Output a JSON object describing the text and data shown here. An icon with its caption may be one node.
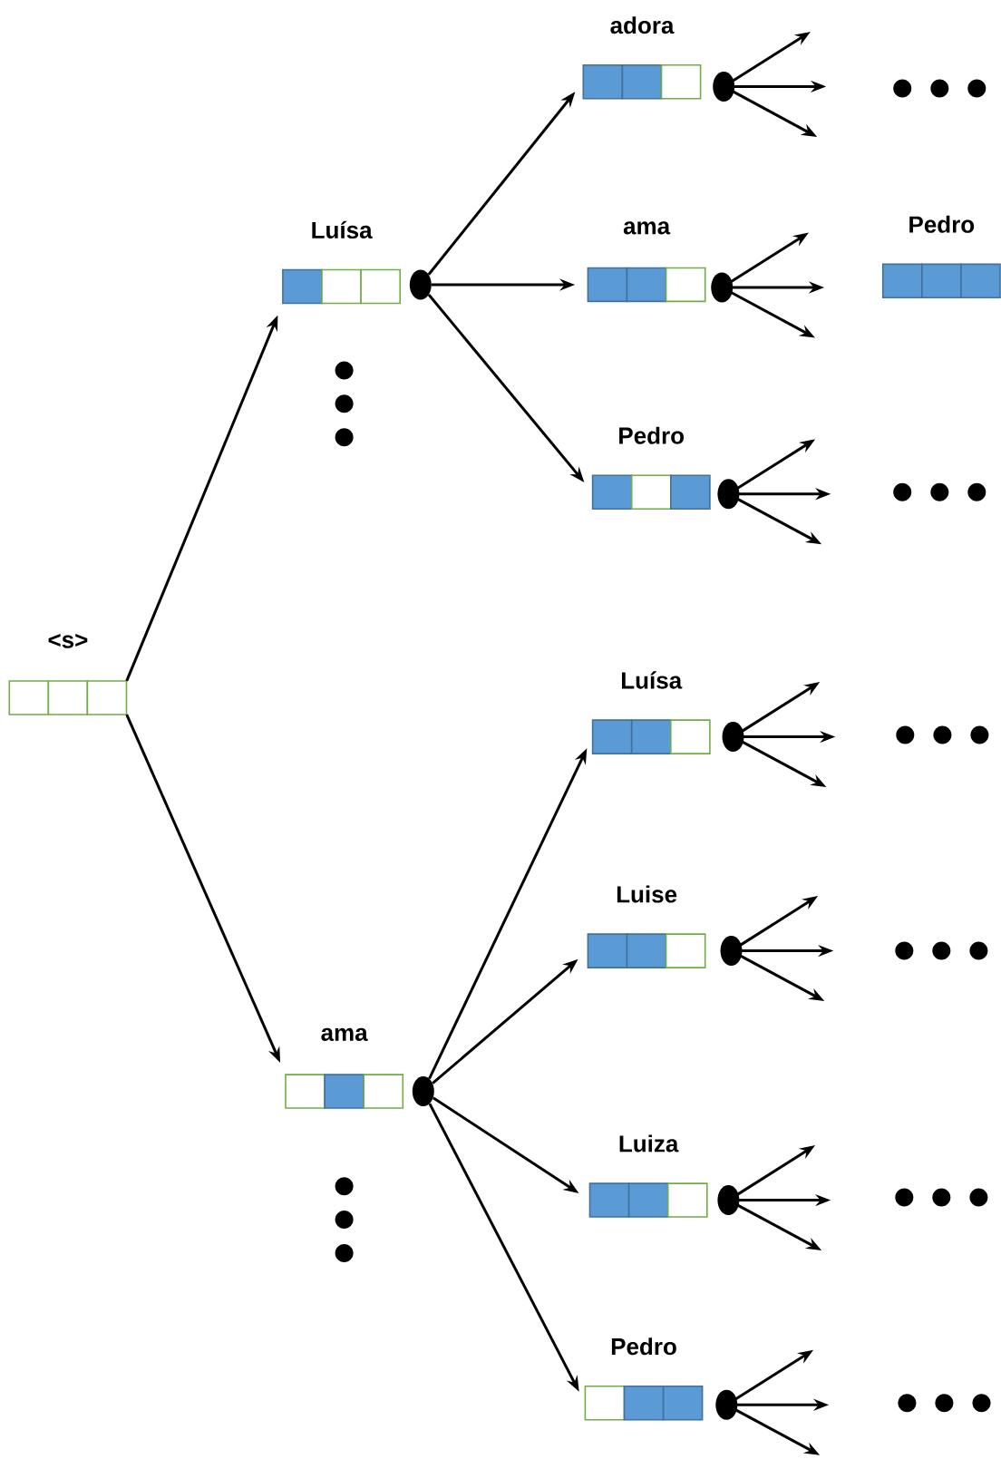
{
  "diagram": {
    "nodes": [
      {
        "text": [
          "<s>"
        ]
      },
      {
        "text": [
          "Luísa"
        ]
      },
      {
        "text": [],
        "shape": "circle"
      },
      {
        "text": [
          "adora"
        ]
      },
      {
        "text": [],
        "shape": "circle"
      },
      {
        "text": [
          "ama"
        ]
      },
      {
        "text": [],
        "shape": "circle"
      },
      {
        "text": [
          "Pedro"
        ]
      },
      {
        "text": [],
        "shape": "circle"
      },
      {
        "text": [
          "Pedro"
        ]
      },
      {
        "text": [
          "ama"
        ]
      },
      {
        "text": [],
        "shape": "circle"
      },
      {
        "text": [
          "Luísa"
        ]
      },
      {
        "text": [],
        "shape": "circle"
      },
      {
        "text": [
          "Luise"
        ]
      },
      {
        "text": [],
        "shape": "circle"
      },
      {
        "text": [
          "Luiza"
        ]
      },
      {
        "text": [],
        "shape": "circle"
      },
      {
        "text": [
          "Pedro"
        ]
      },
      {
        "text": [],
        "shape": "circle"
      }
    ],
    "edges": [
      {
        "from": 0,
        "to": 1,
        "arrow": "to"
      },
      {
        "from": 0,
        "to": 10,
        "arrow": "to"
      },
      {
        "from": 2,
        "to": 3,
        "arrow": "to"
      },
      {
        "from": 2,
        "to": 5,
        "arrow": "to"
      },
      {
        "from": 2,
        "to": 7,
        "arrow": "to"
      },
      {
        "from": 4,
        "to": null,
        "arrow": "to"
      },
      {
        "from": 4,
        "to": null,
        "arrow": "to"
      },
      {
        "from": 4,
        "to": null,
        "arrow": "to"
      },
      {
        "from": 6,
        "to": null,
        "arrow": "to"
      },
      {
        "from": 6,
        "to": null,
        "arrow": "to"
      },
      {
        "from": 6,
        "to": null,
        "arrow": "to"
      },
      {
        "from": 8,
        "to": null,
        "arrow": "to"
      },
      {
        "from": 8,
        "to": null,
        "arrow": "to"
      },
      {
        "from": 8,
        "to": null,
        "arrow": "to"
      },
      {
        "from": 11,
        "to": 12,
        "arrow": "to"
      },
      {
        "from": 11,
        "to": 14,
        "arrow": "to"
      },
      {
        "from": 11,
        "to": 16,
        "arrow": "to"
      },
      {
        "from": 11,
        "to": 18,
        "arrow": "to"
      },
      {
        "from": 13,
        "to": null,
        "arrow": "to"
      },
      {
        "from": 13,
        "to": null,
        "arrow": "to"
      },
      {
        "from": 13,
        "to": null,
        "arrow": "to"
      },
      {
        "from": 15,
        "to": null,
        "arrow": "to"
      },
      {
        "from": 15,
        "to": null,
        "arrow": "to"
      },
      {
        "from": 15,
        "to": null,
        "arrow": "to"
      },
      {
        "from": 17,
        "to": null,
        "arrow": "to"
      },
      {
        "from": 17,
        "to": null,
        "arrow": "to"
      },
      {
        "from": 17,
        "to": null,
        "arrow": "to"
      },
      {
        "from": 19,
        "to": null,
        "arrow": "to"
      },
      {
        "from": 19,
        "to": null,
        "arrow": "to"
      },
      {
        "from": 19,
        "to": null,
        "arrow": "to"
      }
    ]
  }
}
